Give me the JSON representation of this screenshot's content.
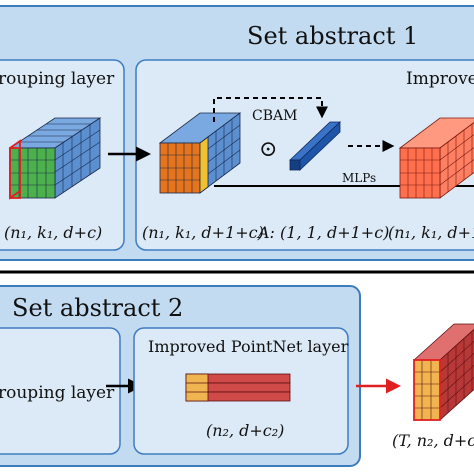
{
  "panel1": {
    "title": "Set abstract 1",
    "grouping_label": "rouping layer",
    "improved_label": "Improved",
    "cbam_label": "CBAM",
    "dot_symbol": "⊙",
    "mlps_label": "MLPs",
    "shape_1": "(n₁, k₁, d+c)",
    "shape_2": "(n₁, k₁, d+1+c)",
    "shape_a": "A: (1, 1, d+1+c)",
    "shape_3": "(n₁, k₁, d+1"
  },
  "panel2": {
    "title": "Set abstract 2",
    "grouping_label": "rouping layer",
    "pointnet_label": "Improved PointNet layer",
    "shape_mid": "(n₂, d+c₂)",
    "shape_out": "(T, n₂, d+c"
  },
  "colors": {
    "panel_fill": "#c3dbf1",
    "inner_fill": "#dce9f6",
    "border": "#3e7cc0",
    "cube_green": "#4cb14c",
    "cube_blue": "#5b8fd0",
    "cube_orange": "#e6741d",
    "cube_salmon": "#ff6f4d",
    "bar_red": "#d04a4a",
    "bar_yellow": "#f0b450",
    "bar_navy": "#1f55a8",
    "arrow_red": "#e02020"
  }
}
